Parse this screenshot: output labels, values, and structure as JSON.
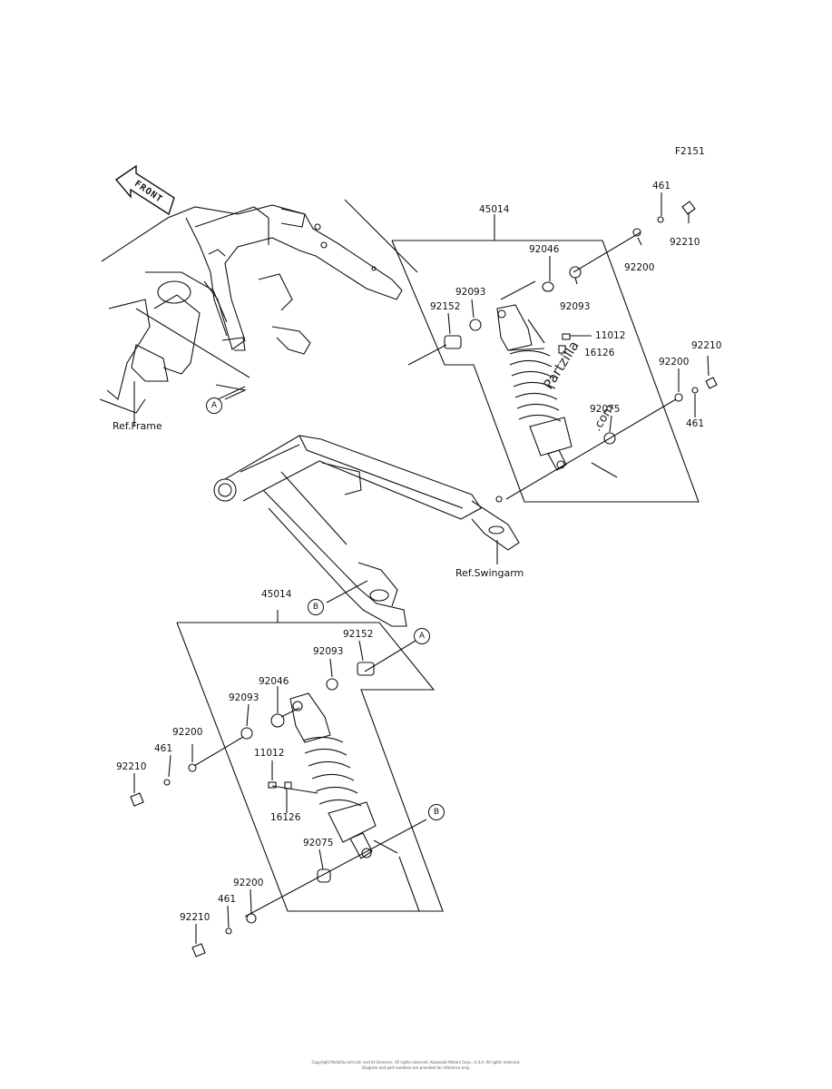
{
  "figure_code": "F2151",
  "front_label": "FRONT",
  "watermark": "Partzilla.com",
  "refs": {
    "frame": "Ref.Frame",
    "swingarm": "Ref.Swingarm"
  },
  "callouts": {
    "a": "A",
    "b": "B"
  },
  "upper": {
    "assembly": "45014",
    "p92046": "92046",
    "p92093_a": "92093",
    "p92152": "92152",
    "p92093_b": "92093",
    "p11012": "11012",
    "p16126": "16126",
    "p92075": "92075",
    "p461_top": "461",
    "p92210_top": "92210",
    "p92200_top": "92200",
    "p92210_mid": "92210",
    "p92200_mid": "92200",
    "p461_mid": "461"
  },
  "lower": {
    "assembly": "45014",
    "p92152": "92152",
    "p92093_a": "92093",
    "p92046": "92046",
    "p92093_b": "92093",
    "p92200": "92200",
    "p461": "461",
    "p92210": "92210",
    "p11012": "11012",
    "p16126": "16126",
    "p92075": "92075",
    "p92200_b": "92200",
    "p461_b": "461",
    "p92210_b": "92210"
  },
  "copyright_line1": "Copyright Partzilla.com Ltd. and its licensors. All rights reserved. Kawasaki Motors Corp., U.S.A. All rights reserved.",
  "copyright_line2": "Diagram and part numbers are provided for reference only."
}
